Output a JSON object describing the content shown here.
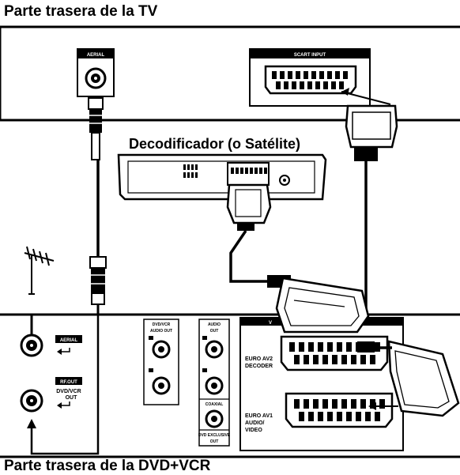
{
  "tv": {
    "title": "Parte trasera de la TV",
    "aerial_label": "AERIAL",
    "scart_label": "SCART INPUT"
  },
  "decoder": {
    "title": "Decodificador (o Satélite)"
  },
  "dvd": {
    "title": "Parte trasera de la DVD+VCR",
    "aerial_tag": "AERIAL",
    "rfout_tag": "RF.OUT",
    "rfout_line1": "DVD/VCR",
    "rfout_line2": "OUT",
    "audio_out_box_line1": "DVD/VCR",
    "audio_out_box_line2": "AUDIO OUT",
    "audio_out_line1": "AUDIO",
    "audio_out_line2": "OUT",
    "coaxial": "COAXIAL",
    "dvd_exclusive_line1": "DVD EXCLUSIVE",
    "dvd_exclusive_line2": "OUT",
    "euro_av2_line1": "EURO AV2",
    "euro_av2_line2": "DECODER",
    "euro_av1_line1": "EURO AV1",
    "euro_av1_line2": "AUDIO/",
    "euro_av1_line3": "VIDEO",
    "scart_panel_label": "V"
  }
}
